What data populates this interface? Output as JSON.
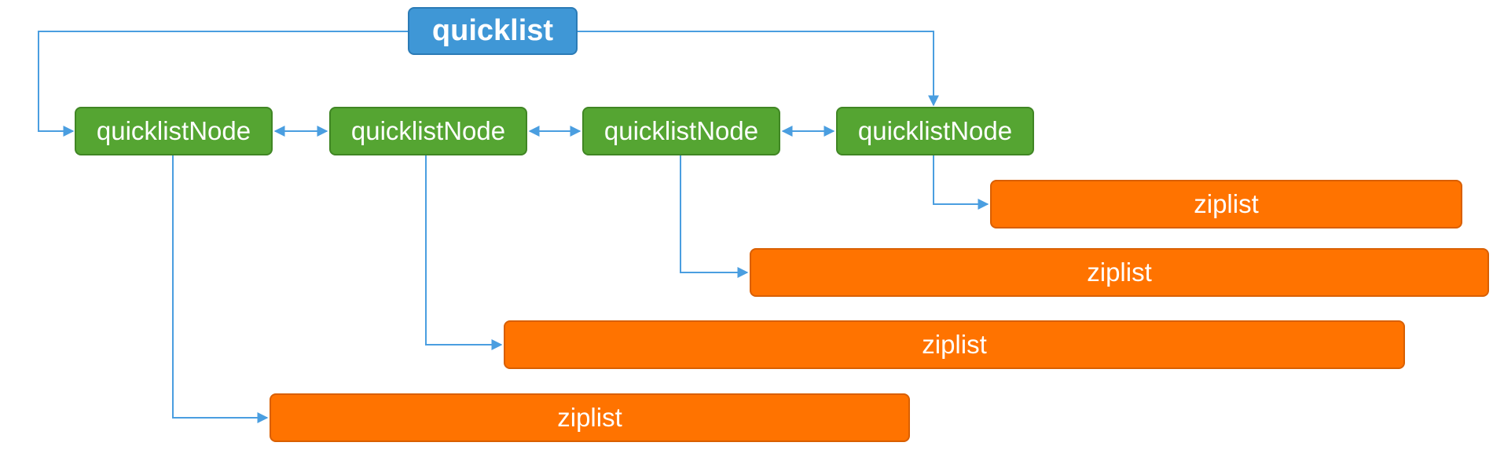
{
  "quicklist": {
    "label": "quicklist"
  },
  "nodes": [
    {
      "label": "quicklistNode"
    },
    {
      "label": "quicklistNode"
    },
    {
      "label": "quicklistNode"
    },
    {
      "label": "quicklistNode"
    }
  ],
  "ziplists": [
    {
      "label": "ziplist"
    },
    {
      "label": "ziplist"
    },
    {
      "label": "ziplist"
    },
    {
      "label": "ziplist"
    }
  ],
  "colors": {
    "quicklist": "#3f97d6",
    "node": "#55a532",
    "ziplist": "#ff7300",
    "connector": "#4a9ee0"
  }
}
